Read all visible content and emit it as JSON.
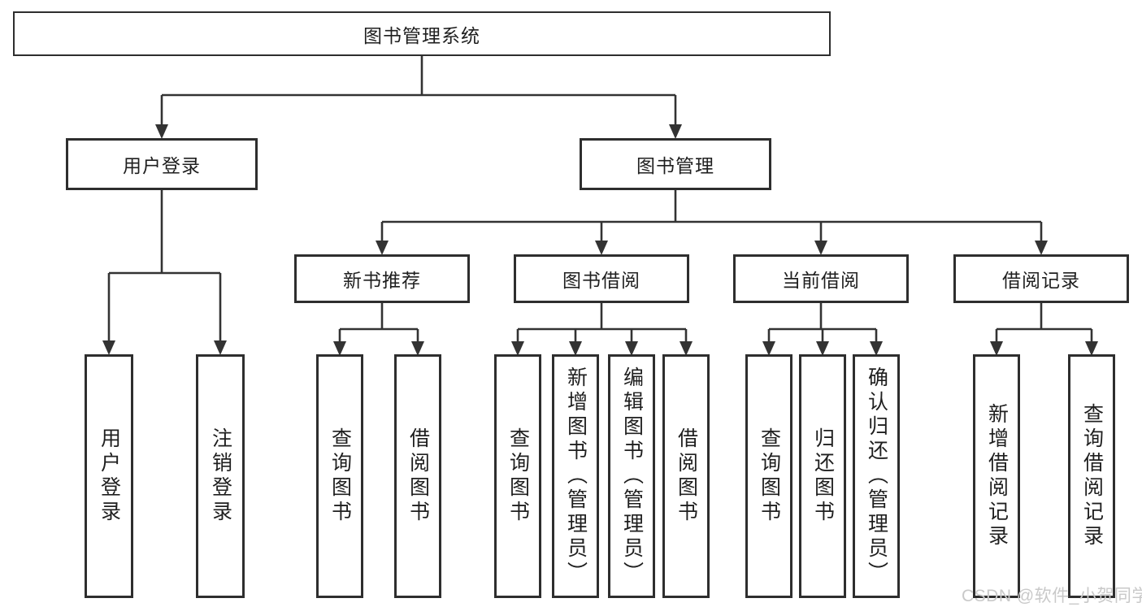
{
  "colors": {
    "line": "#333333",
    "border": "#2e2e2e",
    "fill": "#ffffff",
    "text": "#1f1f1f",
    "watermark": "#c9c9c9"
  },
  "root": {
    "label": "图书管理系统"
  },
  "branches": [
    {
      "label": "用户登录",
      "children": [
        {
          "label": "用户登录"
        },
        {
          "label": "注销登录"
        }
      ]
    },
    {
      "label": "图书管理",
      "children": [
        {
          "label": "新书推荐",
          "children": [
            {
              "label": "查询图书"
            },
            {
              "label": "借阅图书"
            }
          ]
        },
        {
          "label": "图书借阅",
          "children": [
            {
              "label": "查询图书"
            },
            {
              "label": "新增图书（管理员）"
            },
            {
              "label": "编辑图书（管理员）"
            },
            {
              "label": "借阅图书"
            }
          ]
        },
        {
          "label": "当前借阅",
          "children": [
            {
              "label": "查询图书"
            },
            {
              "label": "归还图书"
            },
            {
              "label": "确认归还（管理员）"
            }
          ]
        },
        {
          "label": "借阅记录",
          "children": [
            {
              "label": "新增借阅记录"
            },
            {
              "label": "查询借阅记录"
            }
          ]
        }
      ]
    }
  ],
  "watermark": "CSDN @软件_小贺同学"
}
